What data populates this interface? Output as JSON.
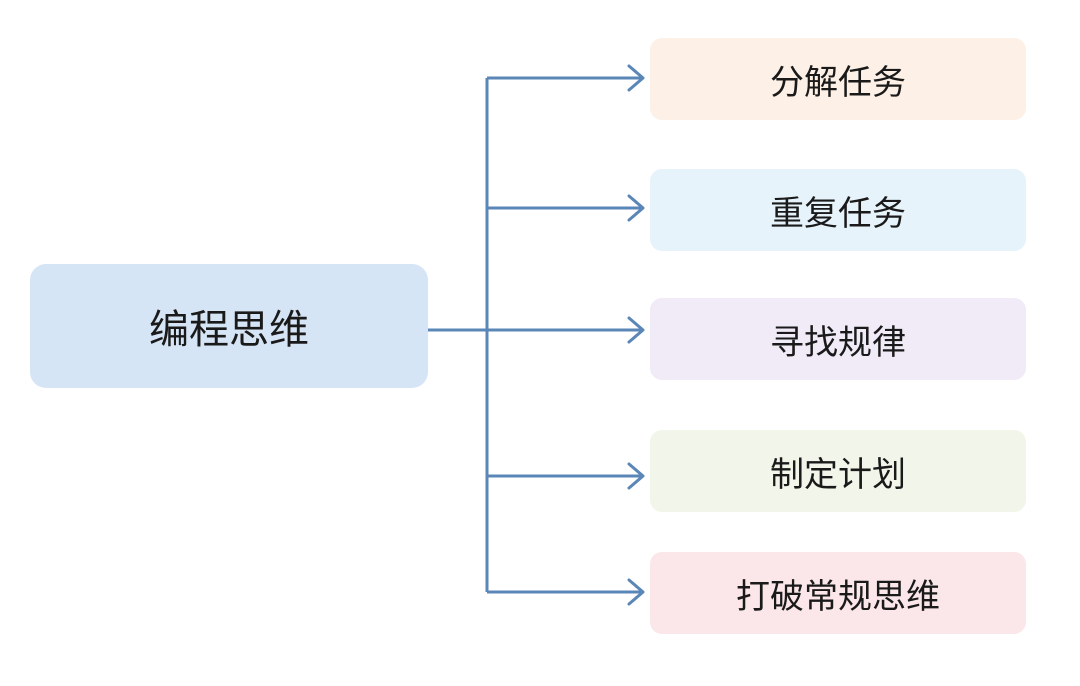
{
  "diagram": {
    "root": {
      "label": "编程思维",
      "color": "#d6e5f6"
    },
    "children": [
      {
        "label": "分解任务",
        "color": "#fdf0e6"
      },
      {
        "label": "重复任务",
        "color": "#e7f3fb"
      },
      {
        "label": "寻找规律",
        "color": "#f1ebf8"
      },
      {
        "label": "制定计划",
        "color": "#f2f6ea"
      },
      {
        "label": "打破常规思维",
        "color": "#fbe7e9"
      }
    ],
    "connector_color": "#5b87b8"
  }
}
